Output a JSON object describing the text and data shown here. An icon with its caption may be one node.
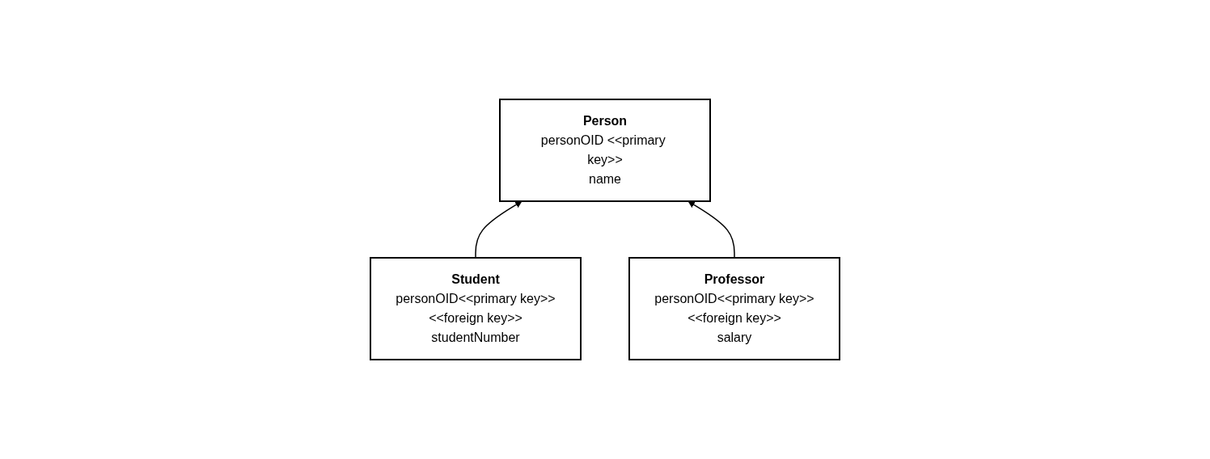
{
  "diagram": {
    "nodes": [
      {
        "text": [
          "Person",
          "personOID <<primary key>>",
          "name"
        ]
      },
      {
        "text": [
          "Student",
          "personOID<<primary key>><<foreign key>>",
          "studentNumber"
        ]
      },
      {
        "text": [
          "Professor",
          "personOID<<primary key>><<foreign key>>",
          "salary"
        ]
      }
    ],
    "edges": [
      {
        "from": 1,
        "to": 0,
        "arrow": "to"
      },
      {
        "from": 2,
        "to": 0,
        "arrow": "to"
      }
    ]
  }
}
